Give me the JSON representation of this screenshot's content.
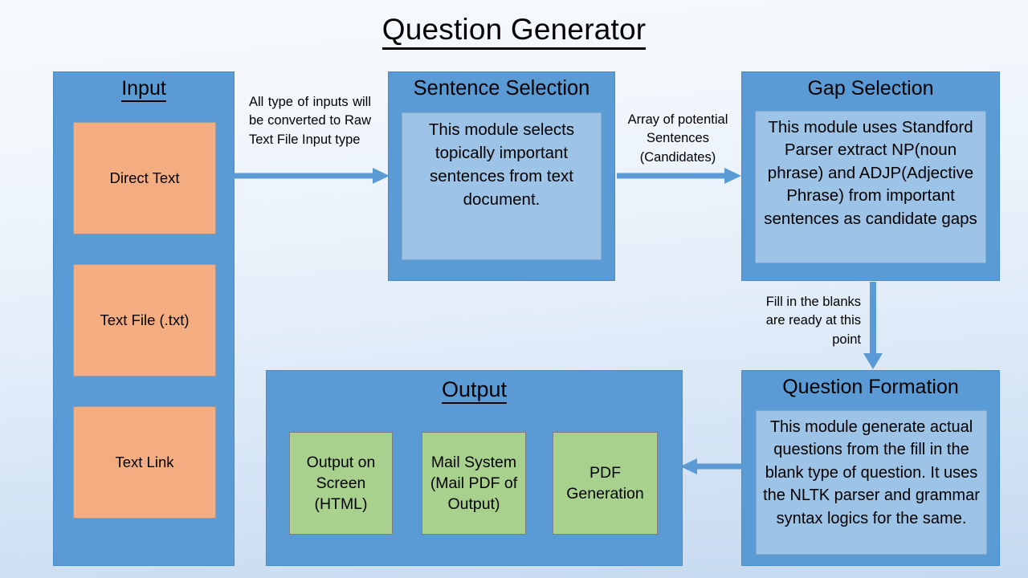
{
  "title": "Question Generator",
  "colors": {
    "module_blue": "#5B9BD5",
    "panel_blue": "#9DC3E6",
    "input_orange": "#F4AD80",
    "output_green": "#A9D18E",
    "arrow_blue": "#5B9BD5",
    "text": "#000000"
  },
  "input_module": {
    "title": "Input",
    "items": [
      {
        "label": "Direct Text"
      },
      {
        "label": "Text File (.txt)"
      },
      {
        "label": "Text Link"
      }
    ]
  },
  "sentence_selection": {
    "title": "Sentence Selection",
    "description": "This module selects topically important sentences from text document."
  },
  "gap_selection": {
    "title": "Gap Selection",
    "description": "This module uses Standford Parser extract NP(noun phrase) and ADJP(Adjective Phrase) from important sentences as candidate gaps"
  },
  "question_formation": {
    "title": "Question Formation",
    "description": "This module generate actual questions from the fill in the blank type of question. It uses the NLTK parser and grammar syntax logics for the same."
  },
  "output_module": {
    "title": "Output",
    "items": [
      {
        "label": "Output on Screen (HTML)"
      },
      {
        "label": "Mail System (Mail PDF of Output)"
      },
      {
        "label": "PDF Generation"
      }
    ]
  },
  "edges": [
    {
      "id": "input-to-sentence",
      "label": "All  type  of  inputs will  be  converted to  Raw  Text  File Input type",
      "direction": "right"
    },
    {
      "id": "sentence-to-gap",
      "label": "Array of potential Sentences (Candidates)",
      "direction": "right"
    },
    {
      "id": "gap-to-question",
      "label": "Fill in the blanks are ready at this point",
      "direction": "down"
    },
    {
      "id": "question-to-output",
      "label": "",
      "direction": "left"
    }
  ]
}
